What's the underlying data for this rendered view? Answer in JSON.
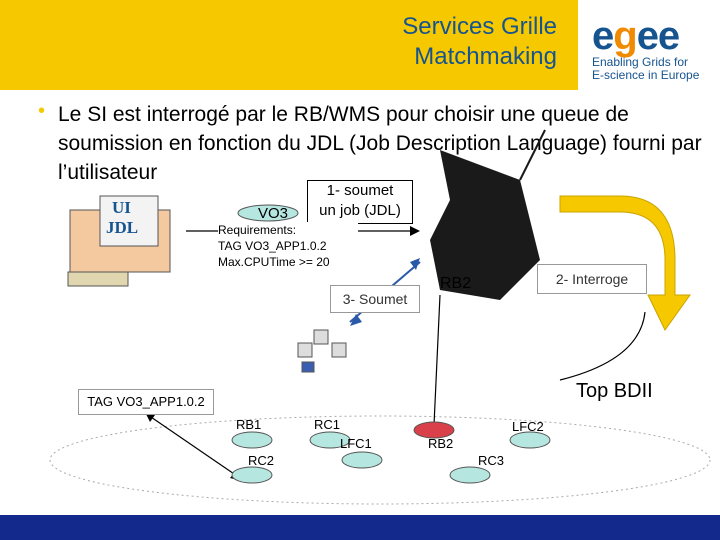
{
  "header": {
    "title_line1": "Services Grille",
    "title_line2": "Matchmaking",
    "logo_prefix": "e",
    "logo_g": "g",
    "logo_ee": "ee",
    "logo_tagline1": "Enabling Grids for",
    "logo_tagline2": "E-science in Europe"
  },
  "body": {
    "bullet_text": "Le SI est interrogé par le RB/WMS pour choisir une queue de soumission en fonction du JDL (Job Description Language) fourni par l’utilisateur"
  },
  "diagram": {
    "ui_label": "UI",
    "jdl_label": "JDL",
    "soumet_line1": "1- soumet",
    "soumet_line2": "un job (JDL)",
    "vo3_label": "VO3",
    "req_line1": "Requirements:",
    "req_line2": "TAG VO3_APP1.0.2",
    "req_line3": "Max.CPUTime >= 20",
    "soumet3": "3- Soumet",
    "rb2_top": "RB2",
    "interroge": "2- Interroge",
    "top_bdii": "Top BDII",
    "tag": "TAG VO3_APP1.0.2",
    "rb1": "RB1",
    "rc1": "RC1",
    "lfc1": "LFC1",
    "rc2": "RC2",
    "rb2_bottom": "RB2",
    "lfc2": "LFC2",
    "rc3": "RC3"
  },
  "colors": {
    "header_yellow": "#f6c800",
    "title_blue": "#16548f",
    "logo_orange": "#f08a00",
    "footer_blue": "#132a8c",
    "arrow_yellow": "#f6c800",
    "node_teal": "#b6e6e0",
    "node_red": "#d9404a"
  }
}
